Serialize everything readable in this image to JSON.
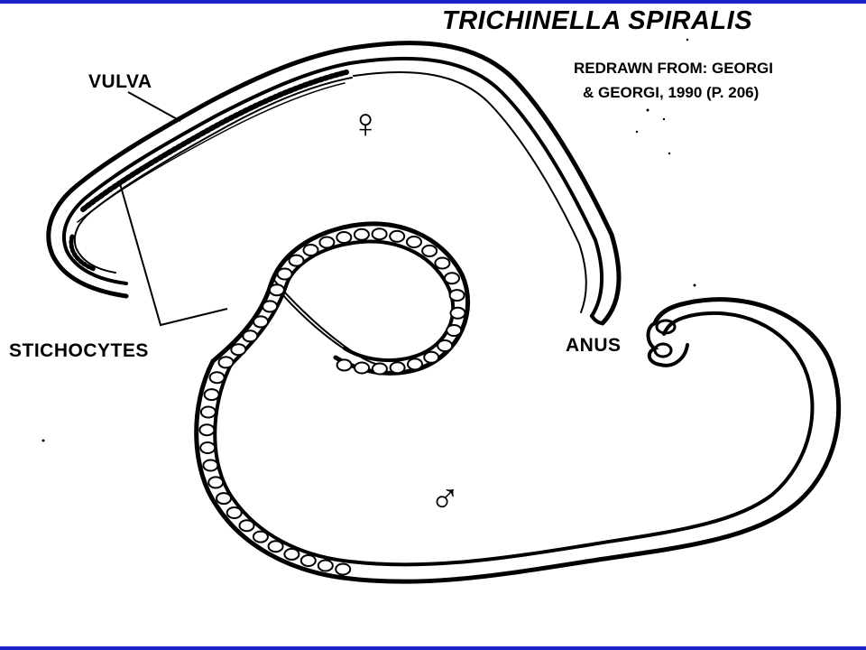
{
  "title": "TRICHINELLA SPIRALIS",
  "credit": {
    "line1": "REDRAWN FROM: GEORGI",
    "line2": "& GEORGI, 1990 (P. 206)"
  },
  "labels": {
    "vulva": "VULVA",
    "stichocytes": "STICHOCYTES",
    "anus": "ANUS"
  },
  "symbols": {
    "female": "♀",
    "male": "♂"
  },
  "colors": {
    "frame": "#1a21c9",
    "ink": "#000000"
  }
}
